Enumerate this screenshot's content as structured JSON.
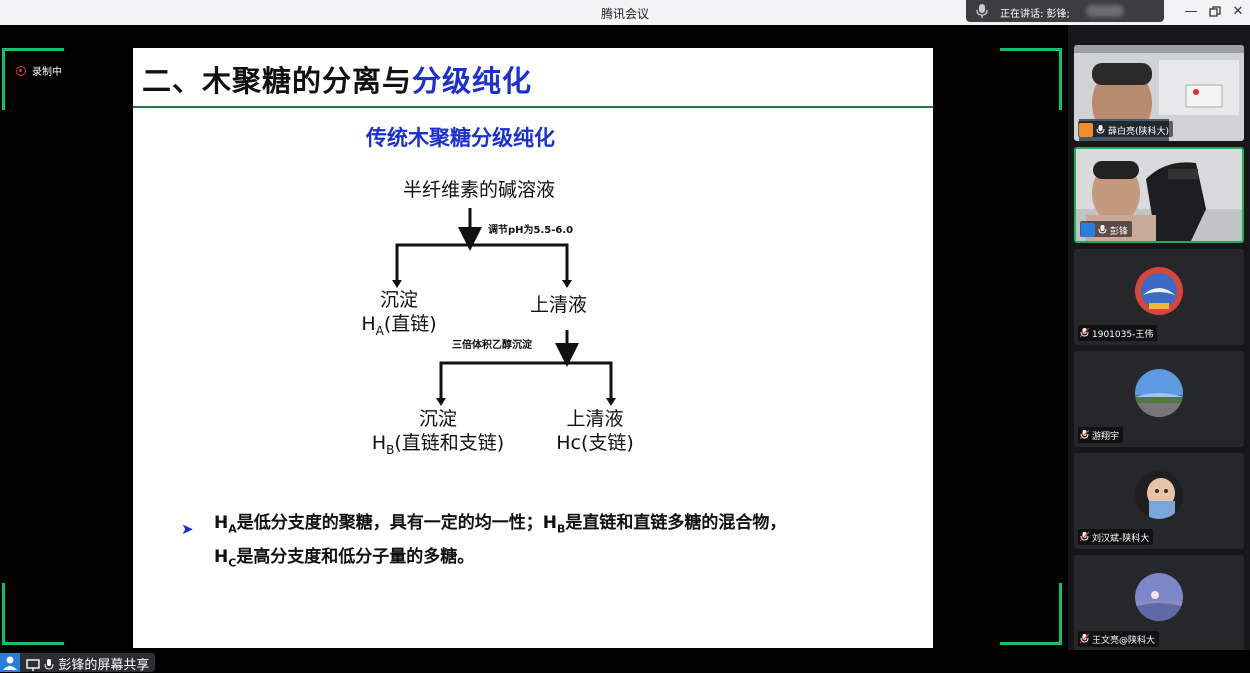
{
  "window": {
    "title": "腾讯会议",
    "speaking_label": "正在讲话: 彭锋;"
  },
  "stage": {
    "recording_label": "录制中"
  },
  "slide": {
    "title_black": "二、木聚糖的分离与",
    "title_blue": "分级纯化",
    "subtitle": "传统木聚糖分级纯化",
    "flow": {
      "root": "半纤维素的碱溶液",
      "step1_note": "调节pH为5.5-6.0",
      "left1_line1": "沉淀",
      "left1_H": "H",
      "left1_sub": "A",
      "left1_rest": "(直链)",
      "right1": "上清液",
      "step2_note": "三倍体积乙醇沉淀",
      "left2_line1": "沉淀",
      "left2_H": "H",
      "left2_sub": "B",
      "left2_rest": "(直链和支链)",
      "right2_line1": "上清液",
      "right2_line2": "Hc(支链)"
    },
    "bullet": {
      "l1_H1": "H",
      "l1_sub1": "A",
      "l1_t1": "是低分支度的聚糖，具有一定的均一性；",
      "l1_H2": "H",
      "l1_sub2": "B",
      "l1_t2": "是直链和直链多糖的混合物，",
      "l2_H": "H",
      "l2_sub": "C",
      "l2_t": "是高分支度和低分子量的多糖。"
    }
  },
  "participants": [
    {
      "name": "薛白亮(陕科大)"
    },
    {
      "name": "彭锋"
    },
    {
      "name": "1901035-王伟"
    },
    {
      "name": "游翔宇"
    },
    {
      "name": "刘汉斌-陕科大"
    },
    {
      "name": "王文亮@陕科大"
    }
  ],
  "bottombar": {
    "share_label": "彭锋的屏幕共享"
  },
  "colors": {
    "accent_green": "#14c16a",
    "slide_blue": "#1b2fd6",
    "rule_green": "#1f7a3b"
  }
}
